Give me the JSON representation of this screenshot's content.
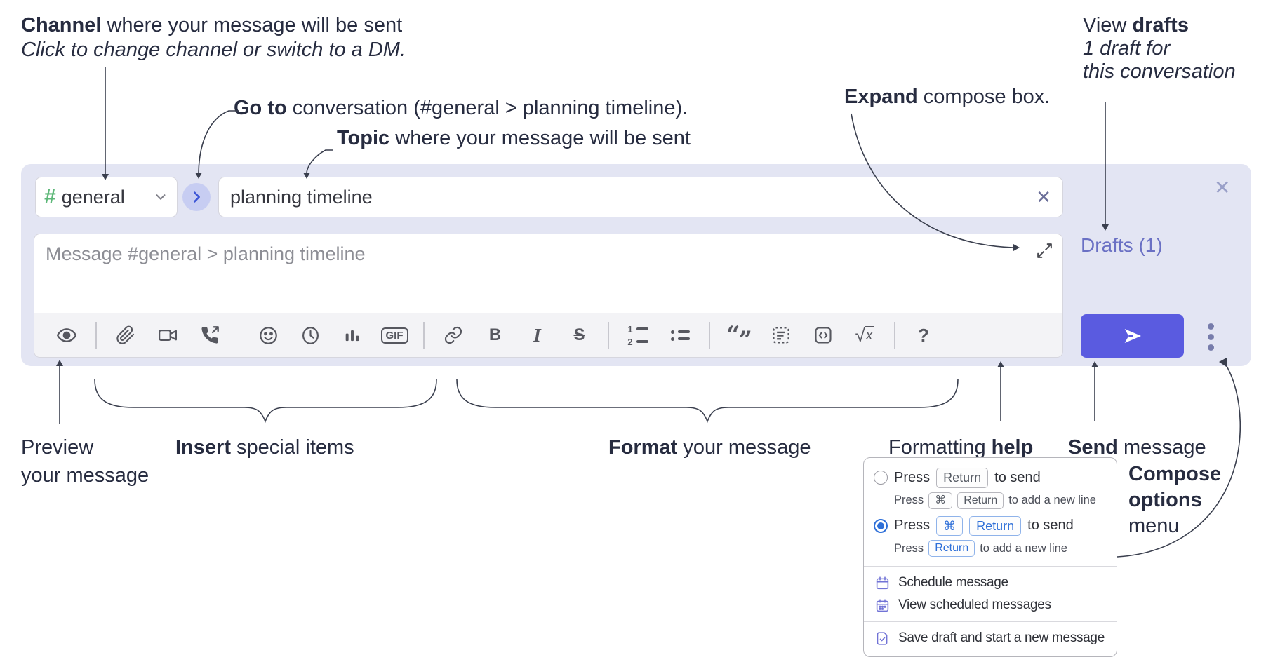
{
  "annotations": {
    "channel": {
      "bold": "Channel",
      "rest": " where your message will be sent",
      "sub": "Click to change channel or switch to a DM."
    },
    "goto": {
      "bold": "Go to",
      "rest": " conversation (#general > planning timeline)."
    },
    "topic": {
      "bold": "Topic",
      "rest": " where your message will be sent"
    },
    "expand": {
      "bold": "Expand",
      "rest": " compose box."
    },
    "drafts": {
      "pre": "View ",
      "bold": "drafts",
      "line2": "1 draft for",
      "line3": "this conversation"
    },
    "preview": {
      "bold": "Preview",
      "line2": "your message"
    },
    "insert": {
      "bold": "Insert",
      "rest": " special items"
    },
    "format": {
      "bold": "Format",
      "rest": " your message"
    },
    "help": {
      "pre": "Formatting ",
      "bold": "help"
    },
    "send": {
      "bold": "Send",
      "rest": " message"
    },
    "compose_menu": {
      "line1": "Compose",
      "line2": "options",
      "line3": "menu"
    }
  },
  "composer": {
    "channel": {
      "hash": "#",
      "name": "general"
    },
    "topic_value": "planning timeline",
    "clear_x": "✕",
    "close_x": "✕",
    "message_placeholder": "Message #general > planning timeline",
    "drafts_link": "Drafts (1)",
    "toolbar": {
      "gif": "GIF",
      "bold": "B",
      "italic": "I",
      "strike": "S",
      "ol1": "1",
      "ol2": "2",
      "quote_open": "“",
      "quote_close": "”",
      "sqrt_sign": "√",
      "sqrt_x": "x",
      "help": "?"
    }
  },
  "options_menu": {
    "radio1": {
      "press": "Press",
      "key_return": "Return",
      "suffix": "to send"
    },
    "radio1_sub": {
      "press": "Press",
      "key_cmd": "⌘",
      "key_return": "Return",
      "suffix": "to add a new line"
    },
    "radio2": {
      "press": "Press",
      "key_cmd": "⌘",
      "key_return": "Return",
      "suffix": "to send"
    },
    "radio2_sub": {
      "press": "Press",
      "key_return": "Return",
      "suffix": "to add a new line"
    },
    "schedule": "Schedule message",
    "view_scheduled": "View scheduled messages",
    "save_draft": "Save draft and start a new message"
  },
  "colors": {
    "container_lavender": "#e3e5f3",
    "send_button": "#5a5be0",
    "drafts_purple": "#6a70c4",
    "channel_green": "#5eb879",
    "goto_circle": "#c7cdf2",
    "goto_chevron": "#3c55d6",
    "menu_icon_purple": "#7173d6",
    "key_blue": "#2e6fd8",
    "annotation_ink": "#272c40"
  }
}
